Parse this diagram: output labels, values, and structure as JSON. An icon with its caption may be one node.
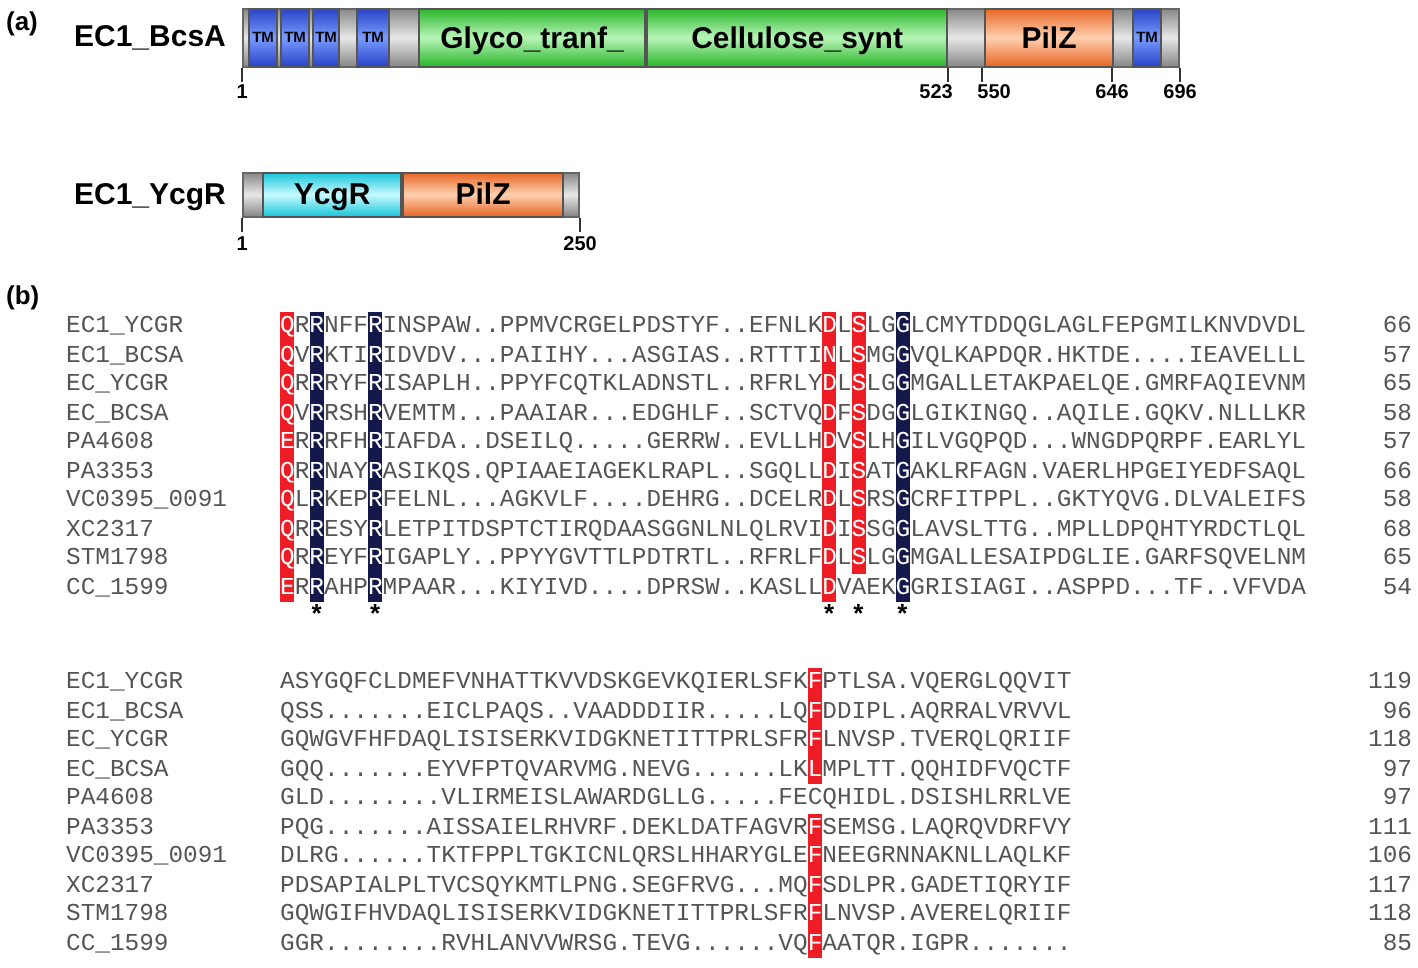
{
  "diagram": {
    "nodes": [
      {
        "text": [],
        "shape": "bar"
      },
      {
        "text": [
          "TM"
        ],
        "in": 0
      },
      {
        "text": [
          "TM"
        ],
        "in": 0
      },
      {
        "text": [
          "TM"
        ],
        "in": 0
      },
      {
        "text": [
          "TM"
        ],
        "in": 0
      },
      {
        "text": [
          "Glyco_tranf_"
        ],
        "in": 0
      },
      {
        "text": [
          "Cellulose_synt"
        ],
        "in": 0
      },
      {
        "text": [
          "PilZ"
        ],
        "in": 0
      },
      {
        "text": [
          "TM"
        ],
        "in": 0
      },
      {
        "text": [],
        "shape": "bar"
      },
      {
        "text": [
          "YcgR"
        ],
        "in": 9
      },
      {
        "text": [
          "PilZ"
        ],
        "in": 9
      }
    ],
    "labels": [
      "(a)",
      "EC1_BcsA",
      "1",
      "523",
      "550",
      "646",
      "696",
      "EC1_YcgR",
      "1",
      "250",
      "(b)",
      "EC1_YCGR",
      "QRRNFFRINSPAW..PPMVCRGELPDSTYF..EFNLKDLSLGGLCMYTDDQGLAGLFEPGMILKNVDVDL",
      "66",
      "EC1_BCSA",
      "QVRKTIRIDVDV...PAIIHY...ASGIAS..RTTTINLSMGGVQLKAPDQR.HKTDE....IEAVELLL",
      "57",
      "EC_YCGR",
      "QRRRYFRISAPLH..PPYFCQTKLADNSTL..RFRLYDLSLGGMGALLETAKPAELQE.GMRFAQIEVNM",
      "65",
      "EC_BCSA",
      "QVRRSHRVEMTM...PAAIAR...EDGHLF..SCTVQDFSDGGLGIKINGQ..AQILE.GQKV.NLLLKR",
      "58",
      "PA4608",
      "ERRRFHRIAFDA..DSEILQ.....GERRW..EVLLHDVSLHGILVGQPQD...WNGDPQRPF.EARLYL",
      "57",
      "PA3353",
      "QRRNAYRASIKQS.QPIAAEIAGEKLRAPL..SGQLLDISATGAKLRFAGN.VAERLHPGEIYEDFSAQL",
      "66",
      "VC0395_0091",
      "QLRKEPRFELNL...AGKVLF....DEHRG..DCELRDLSRSGCRFITPPL..GKTYQVG.DLVALEIFS",
      "58",
      "XC2317",
      "QRRESYRLETPITDSPTCTIRQDAASGGNLNLQLRVIDISSGGLAVSLTTG..MPLLDPQHTYRDCTLQL",
      "68",
      "STM1798",
      "QRREYFRIGAPLY..PPYYGVTTLPDTRTL..RFRLFDLSLGGMGALLESAIPDGLIE.GARFSQVELNM",
      "65",
      "CC_1599",
      "ERRAHPRMPAAR...KIYIVD....DPRSW..KASLLDVAEKGGRISIAGI..ASPPD...TF..VFVDA",
      "54",
      "*",
      "*",
      "*",
      "*",
      "*",
      "EC1_YCGR",
      "ASYGQFCLDMEFVNHATTKVVDSKGEVKQIERLSFKFPTLSA.VQERGLQQVIT",
      "119",
      "EC1_BCSA",
      "QSS.......EICLPAQS..VAADDDIIR.....LQFDDIPL.AQRRALVRVVL",
      "96",
      "EC_YCGR",
      "GQWGVFHFDAQLISISERKVIDGKNETITTPRLSFRFLNVSP.TVERQLQRIIF",
      "118",
      "EC_BCSA",
      "GQQ.......EYVFPTQVARVMG.NEVG......LKLMPLTT.QQHIDFVQCTF",
      "97",
      "PA4608",
      "GLD........VLIRMEISLAWARDGLLG.....FECQHIDL.DSISHLRRLVE",
      "97",
      "PA3353",
      "PQG.......AISSAIELRHVRF.DEKLDATFAGVRFSEMSG.LAQRQVDRFVY",
      "111",
      "VC0395_0091",
      "DLRG......TKTFPPLTGKICNLQRSLHHARYGLEFNEEGRNNAKNLLAQLKF",
      "106",
      "XC2317",
      "PDSAPIALPLTVCSQYKMTLPNG.SEGFRVG...MQFSDLPR.GADETIQRYIF",
      "117",
      "STM1798",
      "GQWGIFHVDAQLISISERKVIDGKNETITTPRLSFRFLNVSP.AVERELQRIIF",
      "118",
      "CC_1599",
      "GGR........RVHLANVVWRSG.TEVG......VQFAATQR.IGPR.......",
      "85"
    ]
  }
}
